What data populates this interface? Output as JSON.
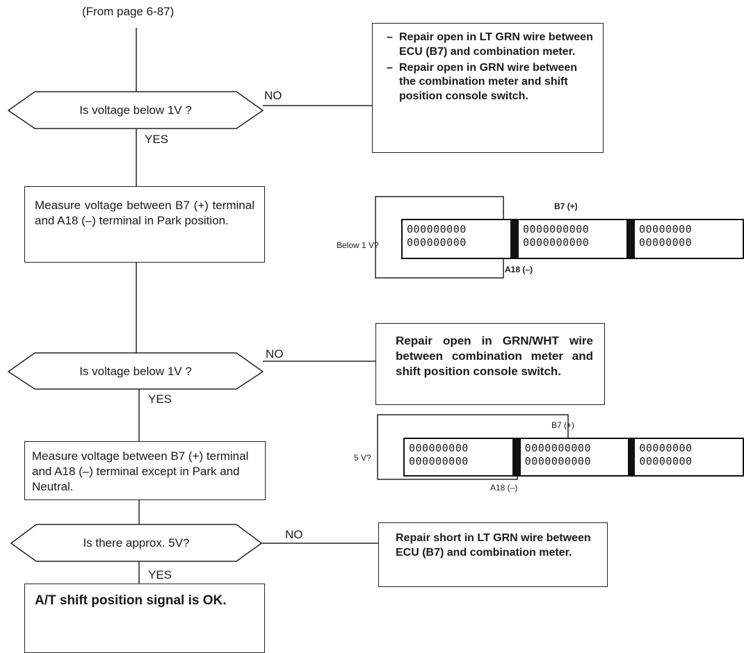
{
  "header": {
    "from_page": "(From page 6-87)"
  },
  "steps": {
    "q1": {
      "text": "Is voltage below 1V ?",
      "no": "NO",
      "yes": "YES"
    },
    "q1_no_actions": [
      "Repair open in LT GRN wire between ECU (B7) and combination meter.",
      "Repair open in GRN wire between the combination meter and shift position console switch."
    ],
    "m1": "Measure voltage between B7 (+) terminal and A18 (–) terminal in Park position.",
    "conn1": {
      "check": "Below 1 V?",
      "pos": "B7 (+)",
      "neg": "A18 (–)",
      "row_a": [
        "000000000",
        "0000000000",
        "00000000"
      ],
      "row_b": [
        "000000000",
        "0000000000",
        "00000000"
      ]
    },
    "q2": {
      "text": "Is voltage below 1V ?",
      "no": "NO",
      "yes": "YES"
    },
    "q2_no_action": "Repair open in GRN/WHT wire between combination meter and shift position console switch.",
    "m2": "Measure voltage between B7 (+) terminal and A18 (–) terminal except in Park and Neutral.",
    "conn2": {
      "check": "5 V?",
      "pos": "B7 (+)",
      "neg": "A18 (–)",
      "row_a": [
        "000000000",
        "0000000000",
        "00000000"
      ],
      "row_b": [
        "000000000",
        "0000000000",
        "00000000"
      ]
    },
    "q3": {
      "text": "Is there approx. 5V?",
      "no": "NO",
      "yes": "YES"
    },
    "q3_no_action": "Repair short in LT GRN wire between ECU (B7) and combination meter.",
    "result": "A/T shift position signal is OK."
  }
}
